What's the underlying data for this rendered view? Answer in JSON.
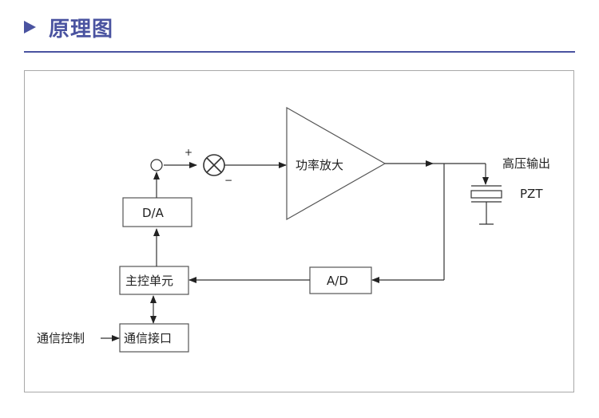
{
  "header": {
    "title": "原理图"
  },
  "diagram": {
    "blocks": {
      "power_amp": "功率放大",
      "da": "D/A",
      "main_control": "主控单元",
      "ad": "A/D",
      "comm_interface": "通信接口"
    },
    "labels": {
      "hv_output": "高压输出",
      "pzt": "PZT",
      "comm_control": "通信控制",
      "plus": "+",
      "minus": "−"
    }
  }
}
